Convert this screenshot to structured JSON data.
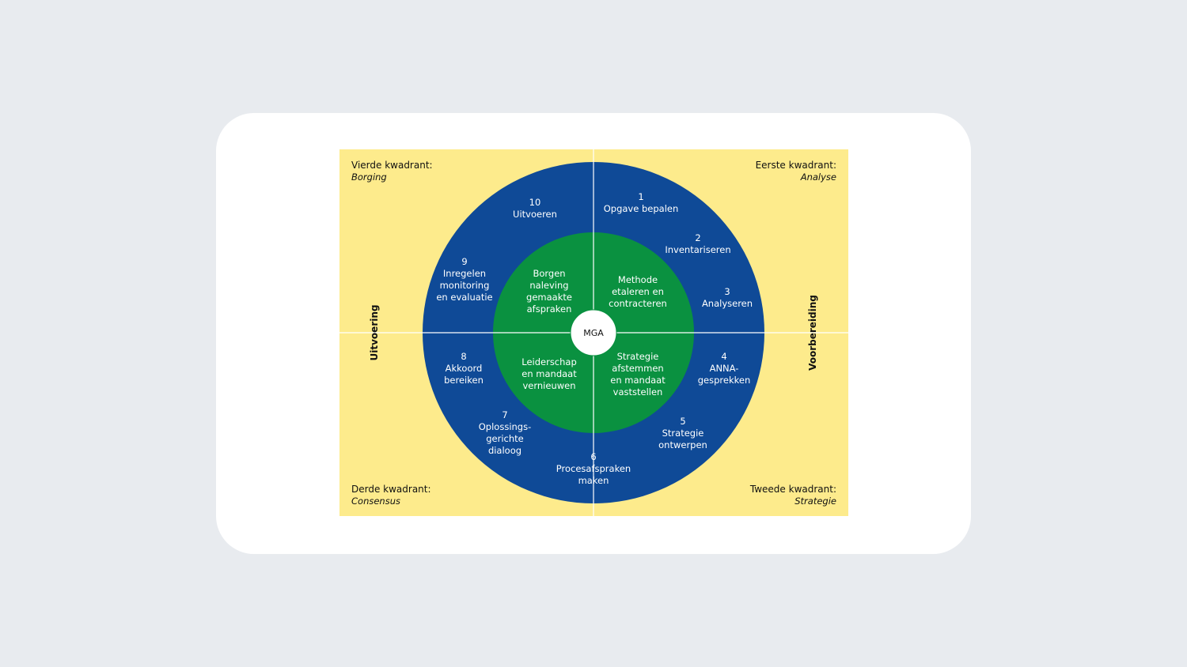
{
  "quadrants": {
    "fourth": {
      "title": "Vierde kwadrant:",
      "subtitle": "Borging"
    },
    "first": {
      "title": "Eerste kwadrant:",
      "subtitle": "Analyse"
    },
    "third": {
      "title": "Derde kwadrant:",
      "subtitle": "Consensus"
    },
    "second": {
      "title": "Tweede kwadrant:",
      "subtitle": "Strategie"
    }
  },
  "side_labels": {
    "left": "Uitvoering",
    "right": "Voorbereiding"
  },
  "core_label": "MGA",
  "center_segments": {
    "top_left": [
      "Borgen",
      "naleving",
      "gemaakte",
      "afspraken"
    ],
    "top_right": [
      "Methode",
      "etaleren en",
      "contracteren"
    ],
    "bottom_left": [
      "Leiderschap",
      "en mandaat",
      "vernieuwen"
    ],
    "bottom_right": [
      "Strategie",
      "afstemmen",
      "en mandaat",
      "vaststellen"
    ]
  },
  "steps": [
    {
      "number": "1",
      "lines": [
        "Opgave bepalen"
      ]
    },
    {
      "number": "2",
      "lines": [
        "Inventariseren"
      ]
    },
    {
      "number": "3",
      "lines": [
        "Analyseren"
      ]
    },
    {
      "number": "4",
      "lines": [
        "ANNA-",
        "gesprekken"
      ]
    },
    {
      "number": "5",
      "lines": [
        "Strategie",
        "ontwerpen"
      ]
    },
    {
      "number": "6",
      "lines": [
        "Procesafspraken",
        "maken"
      ]
    },
    {
      "number": "7",
      "lines": [
        "Oplossings-",
        "gerichte",
        "dialoog"
      ]
    },
    {
      "number": "8",
      "lines": [
        "Akkoord",
        "bereiken"
      ]
    },
    {
      "number": "9",
      "lines": [
        "Inregelen",
        "monitoring",
        "en evaluatie"
      ]
    },
    {
      "number": "10",
      "lines": [
        "Uitvoeren"
      ]
    }
  ],
  "colors": {
    "background": "#fdeb8c",
    "outer_ring": "#0f4a97",
    "inner_circle": "#0a9140",
    "core": "#ffffff"
  }
}
